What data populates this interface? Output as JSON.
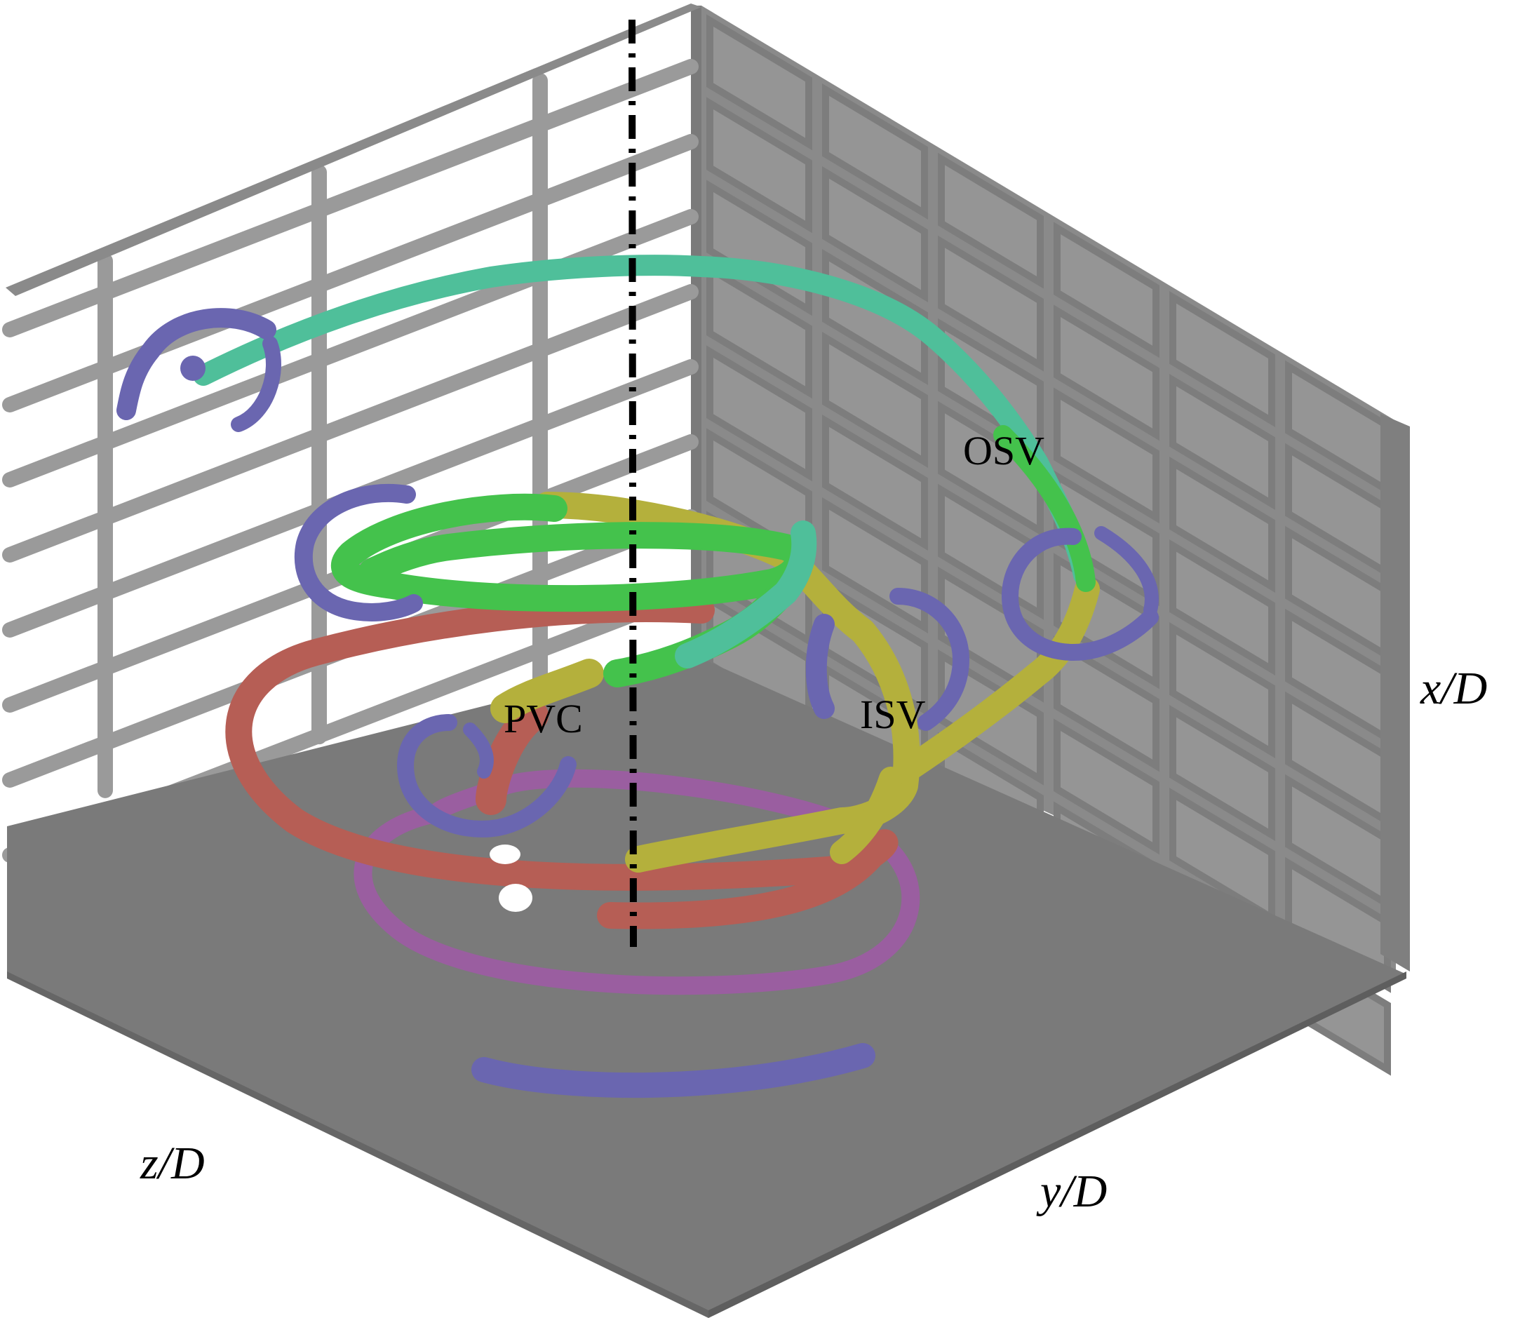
{
  "colors": {
    "background": "#ffffff",
    "floor": "#7a7a7a",
    "floor_edge": "#5c5c5c",
    "right_wall": "#8c8c8c",
    "wall_bar": "#9a9a9a",
    "left_wall_bar": "#8f8f8f",
    "purple_blue": "#6a66b0",
    "teal": "#4fbf9a",
    "green": "#44c24c",
    "olive": "#b4b03c",
    "red": "#b65e55",
    "magenta": "#9a5ea0",
    "axis_line": "#000000"
  },
  "vortex_labels": {
    "osv": "OSV",
    "isv": "ISV",
    "pvc": "PVC"
  },
  "axes": {
    "x": "x/D",
    "y": "y/D",
    "z": "z/D"
  }
}
